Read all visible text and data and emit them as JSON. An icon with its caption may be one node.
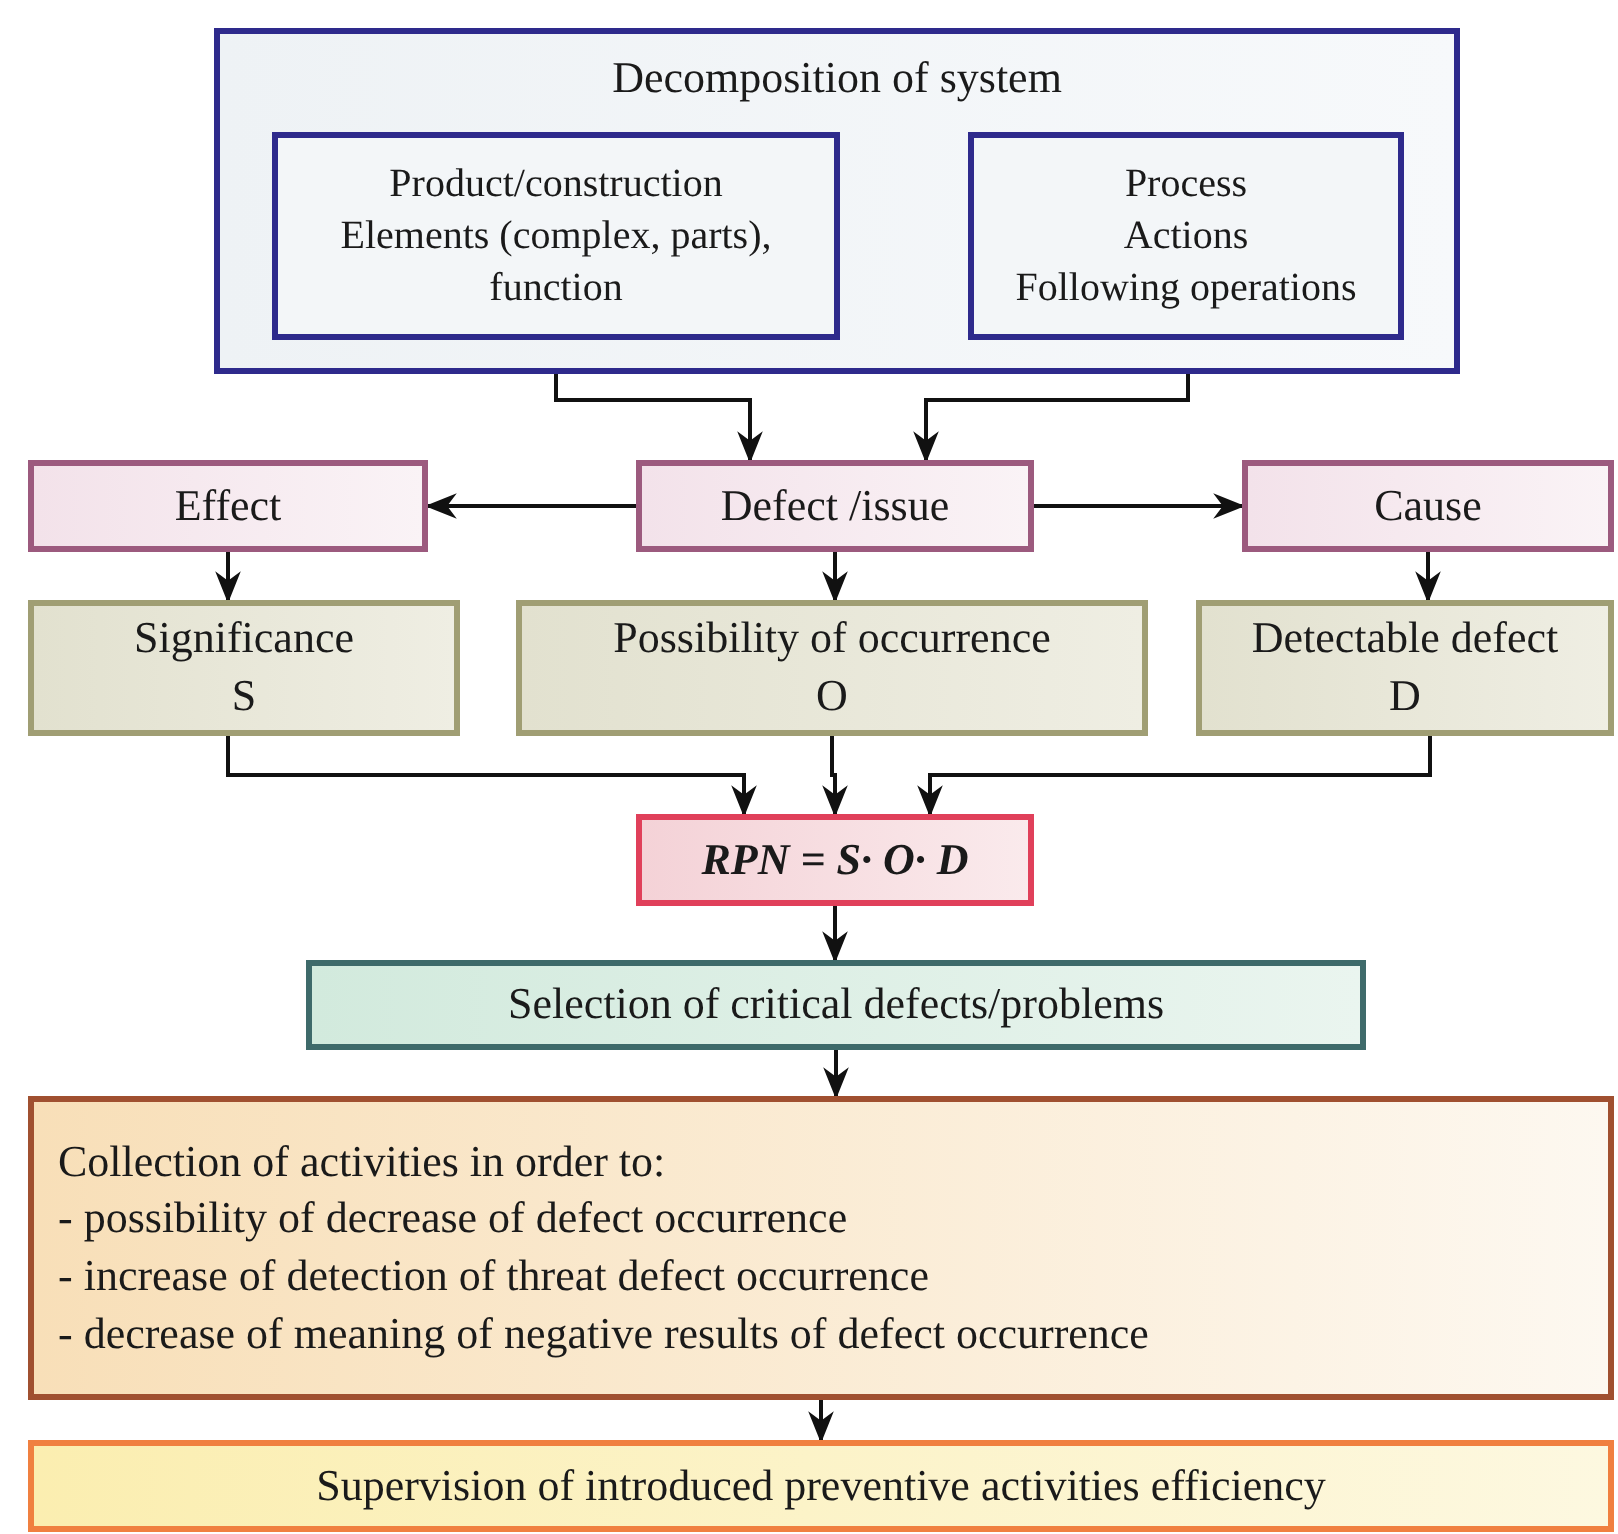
{
  "diagram": {
    "nodes": [
      {
        "text": [
          "Decomposition of system"
        ]
      },
      {
        "text": [
          "Product/construction",
          "Elements (complex, parts), function"
        ],
        "in": 0
      },
      {
        "text": [
          "Process",
          "Actions",
          "Following operations"
        ],
        "in": 0
      },
      {
        "text": [
          "Effect"
        ]
      },
      {
        "text": [
          "Defect /issue"
        ]
      },
      {
        "text": [
          "Cause"
        ]
      },
      {
        "text": [
          "Significance",
          "S"
        ]
      },
      {
        "text": [
          "Possibility of occurrence",
          "O"
        ]
      },
      {
        "text": [
          "Detectable defect",
          "D"
        ]
      },
      {
        "text": [
          "RPN = S· O· D"
        ]
      },
      {
        "text": [
          "Selection of critical defects/problems"
        ]
      },
      {
        "text": [
          "Collection of activities in order to:",
          "- possibility of decrease of defect occurrence",
          "- increase of detection of threat defect occurrence",
          "- decrease of meaning of negative results of defect occurrence"
        ]
      },
      {
        "text": [
          "Supervision of introduced preventive activities efficiency"
        ]
      }
    ],
    "edges": [
      {
        "from": 1,
        "to": 4,
        "arrow": "to"
      },
      {
        "from": 2,
        "to": 4,
        "arrow": "to"
      },
      {
        "from": 4,
        "to": 3,
        "arrow": "to"
      },
      {
        "from": 4,
        "to": 5,
        "arrow": "to"
      },
      {
        "from": 3,
        "to": 6,
        "arrow": "to"
      },
      {
        "from": 4,
        "to": 7,
        "arrow": "to"
      },
      {
        "from": 5,
        "to": 8,
        "arrow": "to"
      },
      {
        "from": 6,
        "to": 9,
        "arrow": "to"
      },
      {
        "from": 7,
        "to": 9,
        "arrow": "to"
      },
      {
        "from": 8,
        "to": 9,
        "arrow": "to"
      },
      {
        "from": 9,
        "to": 10,
        "arrow": "to"
      },
      {
        "from": 10,
        "to": 11,
        "arrow": "to"
      },
      {
        "from": 11,
        "to": 12,
        "arrow": "to"
      }
    ]
  }
}
